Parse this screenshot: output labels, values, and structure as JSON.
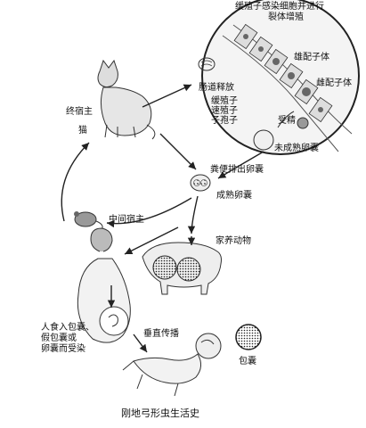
{
  "labels": {
    "bradyzoite_infect": "缓殖子感染细胞并进行",
    "schizogony": "裂体增殖",
    "female_gamete": "雌配子体",
    "male_gamete": "雄配子体",
    "intestinal_release": "肠道释放",
    "bradyzoite": "缓殖子",
    "tachyzoite": "速殖子",
    "sporozoite": "子孢子",
    "fertilization": "受精",
    "immature_oocyst": "未成熟卵囊",
    "definitive_host": "终宿主",
    "cat": "猫",
    "feces_oocyst": "粪便排出卵囊",
    "mature_oocyst": "成熟卵囊",
    "intermediate_host": "中间宿主",
    "livestock": "家养动物",
    "human_infection_1": "人食入包囊、",
    "human_infection_2": "假包囊或",
    "human_infection_3": "卵囊而受染",
    "vertical": "垂直传播",
    "cyst": "包囊",
    "caption": "刚地弓形虫生活史"
  }
}
